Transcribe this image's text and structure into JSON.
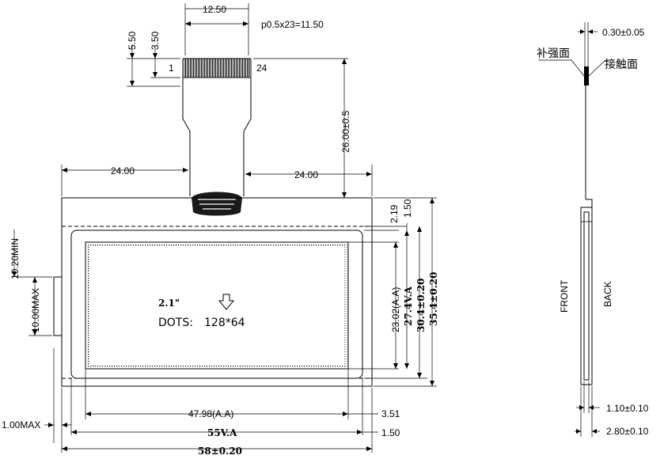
{
  "fpc": {
    "width": "12.50",
    "pitch": "p0.5x23=11.50",
    "dim_outer": "5.50",
    "dim_inner": "3.50",
    "pin_first": "1",
    "pin_last": "24",
    "length": "26.00±0.5",
    "offset_left": "24.00",
    "offset_right": "24.00"
  },
  "module": {
    "size_label": "2.1\"",
    "dots_label": "DOTS:",
    "dots_value": "128*64"
  },
  "dims_right": {
    "top_gap": "1.50",
    "bezel_gap": "2.19",
    "aa_height": "23.02(A.A)",
    "va_height": "27.4V.A",
    "glass_height": "30.4±0.20",
    "total_height": "35.4±0.20"
  },
  "dims_left": {
    "min_label": "10.20MIN",
    "max_label": "10.00MAX",
    "thick_label": "1.00MAX"
  },
  "dims_bottom": {
    "aa_width": "47.98(A.A)",
    "aa_side": "3.51",
    "va_width": "55V.A",
    "va_side": "1.50",
    "total_width": "58±0.20"
  },
  "side_view": {
    "top_dim": "0.30±0.05",
    "stiffener": "补强面",
    "contact": "接触面",
    "front": "FRONT",
    "back": "BACK",
    "thick_inner": "1.10±0.10",
    "thick_outer": "2.80±0.10"
  }
}
